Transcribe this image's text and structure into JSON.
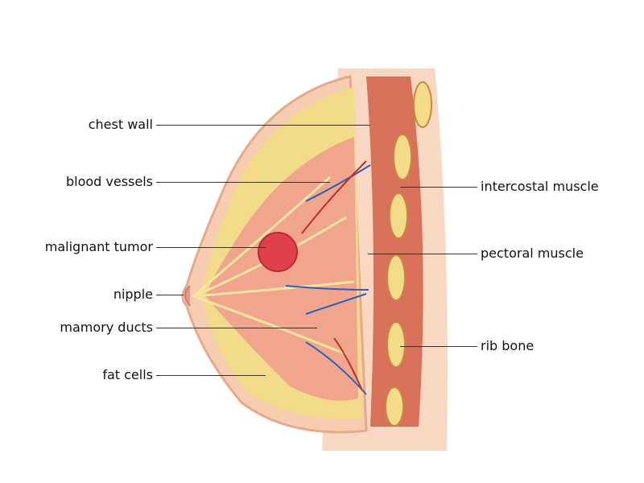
{
  "labels_left": [
    "chest wall",
    "blood vessels",
    "malignant tumor",
    "nipple",
    "mamory ducts",
    "fat cells"
  ],
  "labels_right": [
    "intercostal muscle",
    "pectoral muscle",
    "rib bone"
  ],
  "colors": {
    "skin": "#f6cdb0",
    "fat": "#f2dc8a",
    "tissue": "#f0a58c",
    "muscle": "#d9604f",
    "tumor": "#e0404a",
    "vein": "#2a5fc0",
    "artery": "#c0302a"
  }
}
